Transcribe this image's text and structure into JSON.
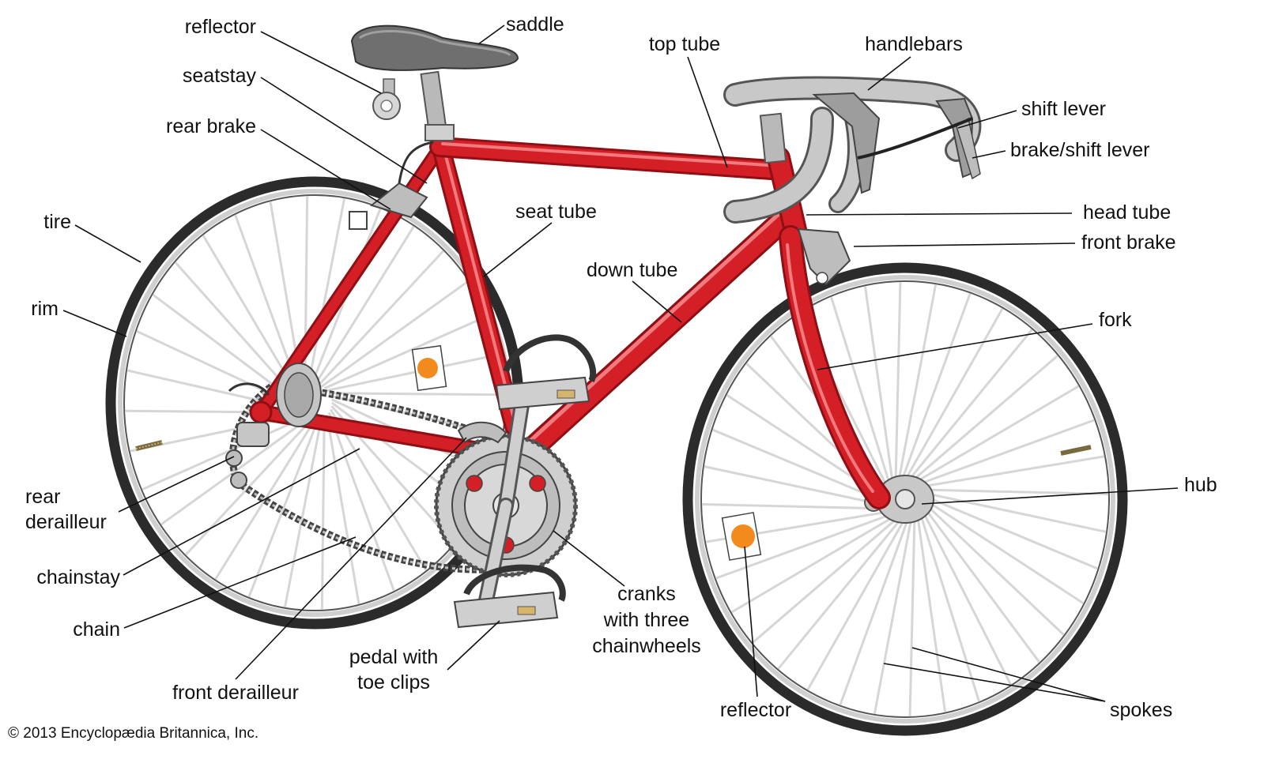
{
  "colors": {
    "frame": "#d41f26",
    "frame_dark": "#8e1015",
    "frame_highlight": "#f07a7e",
    "tire": "#2b2b2b",
    "rim": "#cfcfcf",
    "spoke": "#d6d6d6",
    "metal": "#b9b9b9",
    "metal_dark": "#6f6f6f",
    "reflector": "#f28a1e"
  },
  "labels": {
    "reflector_rear": "reflector",
    "saddle": "saddle",
    "seatstay": "seatstay",
    "rear_brake": "rear brake",
    "tire": "tire",
    "rim": "rim",
    "rear_derailleur_1": "rear",
    "rear_derailleur_2": "derailleur",
    "chainstay": "chainstay",
    "chain": "chain",
    "front_derailleur": "front derailleur",
    "pedal_1": "pedal with",
    "pedal_2": "toe clips",
    "cranks_1": "cranks",
    "cranks_2": "with three",
    "cranks_3": "chainwheels",
    "seat_tube": "seat tube",
    "down_tube": "down tube",
    "top_tube": "top tube",
    "handlebars": "handlebars",
    "shift_lever": "shift lever",
    "brake_shift_lever": "brake/shift lever",
    "head_tube": "head tube",
    "front_brake": "front brake",
    "fork": "fork",
    "hub": "hub",
    "reflector_front": "reflector",
    "spokes": "spokes"
  },
  "copyright": "© 2013 Encyclopædia Britannica, Inc."
}
